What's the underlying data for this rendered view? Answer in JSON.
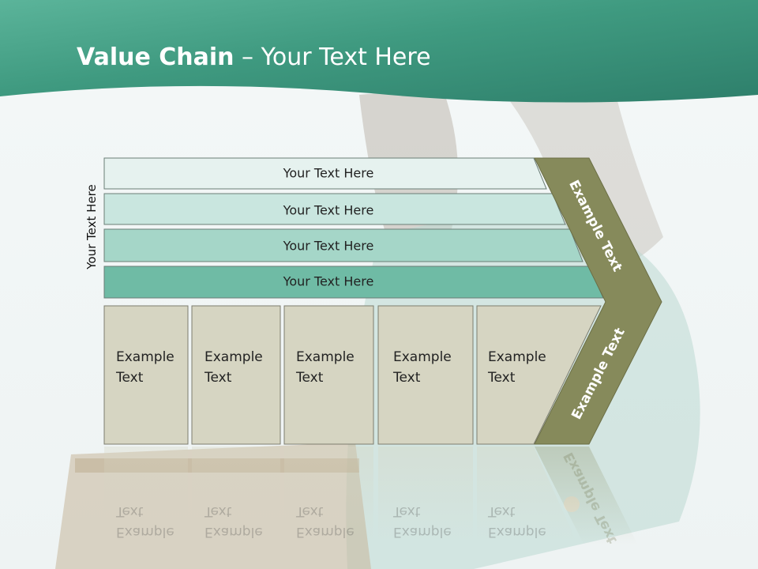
{
  "slide": {
    "title_bold": "Value Chain",
    "title_rest": " – Your Text Here",
    "side_label": "Your Text Here"
  },
  "bars": [
    {
      "label": "Your Text Here",
      "color": "#e6f2ef"
    },
    {
      "label": "Your Text Here",
      "color": "#c9e6df"
    },
    {
      "label": "Your Text Here",
      "color": "#a5d6c8"
    },
    {
      "label": "Your Text Here",
      "color": "#6fbba5"
    }
  ],
  "boxes": [
    {
      "line1": "Example",
      "line2": "Text"
    },
    {
      "line1": "Example",
      "line2": "Text"
    },
    {
      "line1": "Example",
      "line2": "Text"
    },
    {
      "line1": "Example",
      "line2": "Text"
    },
    {
      "line1": "Example",
      "line2": "Text"
    }
  ],
  "chevron": {
    "upper": "Example Text",
    "lower": "Example Text",
    "color": "#868a5b"
  },
  "colors": {
    "header_dark": "#2e7f6b",
    "header_light": "#5bb49a",
    "box_fill": "#d6d5c2"
  }
}
